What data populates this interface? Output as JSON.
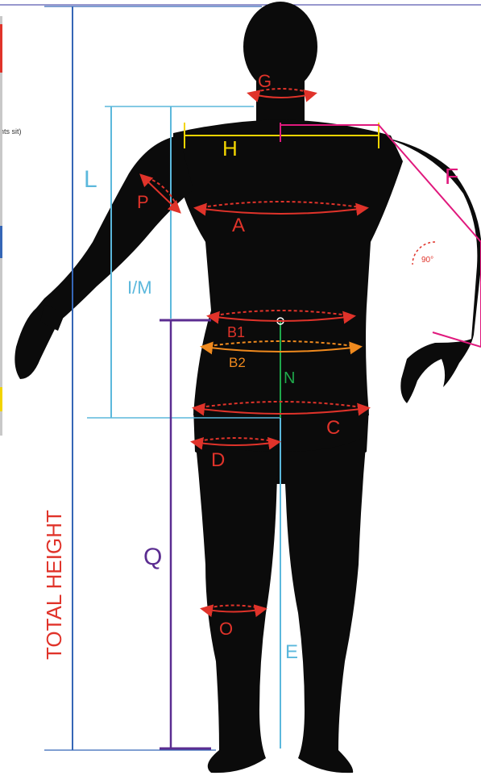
{
  "diagram": {
    "side_text": "nts sit)",
    "angle_label": "90°",
    "labels": {
      "G": "G",
      "H": "H",
      "F": "F",
      "L": "L",
      "P": "P",
      "A": "A",
      "IM": "I/M",
      "B1": "B1",
      "B2": "B2",
      "N": "N",
      "C": "C",
      "D": "D",
      "Q": "Q",
      "O": "O",
      "E": "E",
      "total": "TOTAL HEIGHT"
    },
    "colors": {
      "red": "#e0332a",
      "yellow": "#f2d400",
      "magenta": "#e0197d",
      "lightblue": "#5bb8dc",
      "blue": "#3566b6",
      "purple": "#5b2d91",
      "orange": "#f08a1e",
      "green": "#1fa84b",
      "silhouette": "#0b0b0b"
    }
  }
}
